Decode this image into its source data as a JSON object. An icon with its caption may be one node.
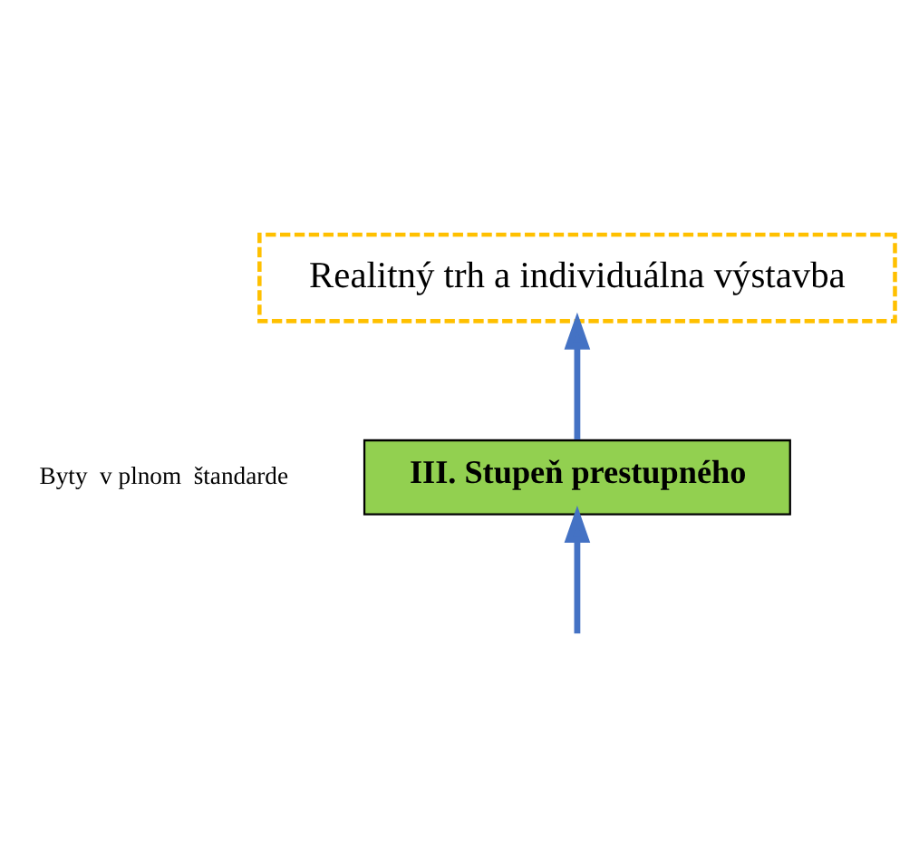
{
  "diagram": {
    "nodes": [
      {
        "text": [
          "Realitný trh a individuálna výstavba"
        ]
      },
      {
        "text": [
          "III. Stupeň prestupného"
        ],
        "beside": [
          "Byty  v plnom  štandarde"
        ]
      }
    ],
    "edges": [
      {
        "from": 1,
        "to": 0,
        "arrow": "to"
      },
      {
        "from": null,
        "to": 1,
        "arrow": "to"
      }
    ]
  }
}
